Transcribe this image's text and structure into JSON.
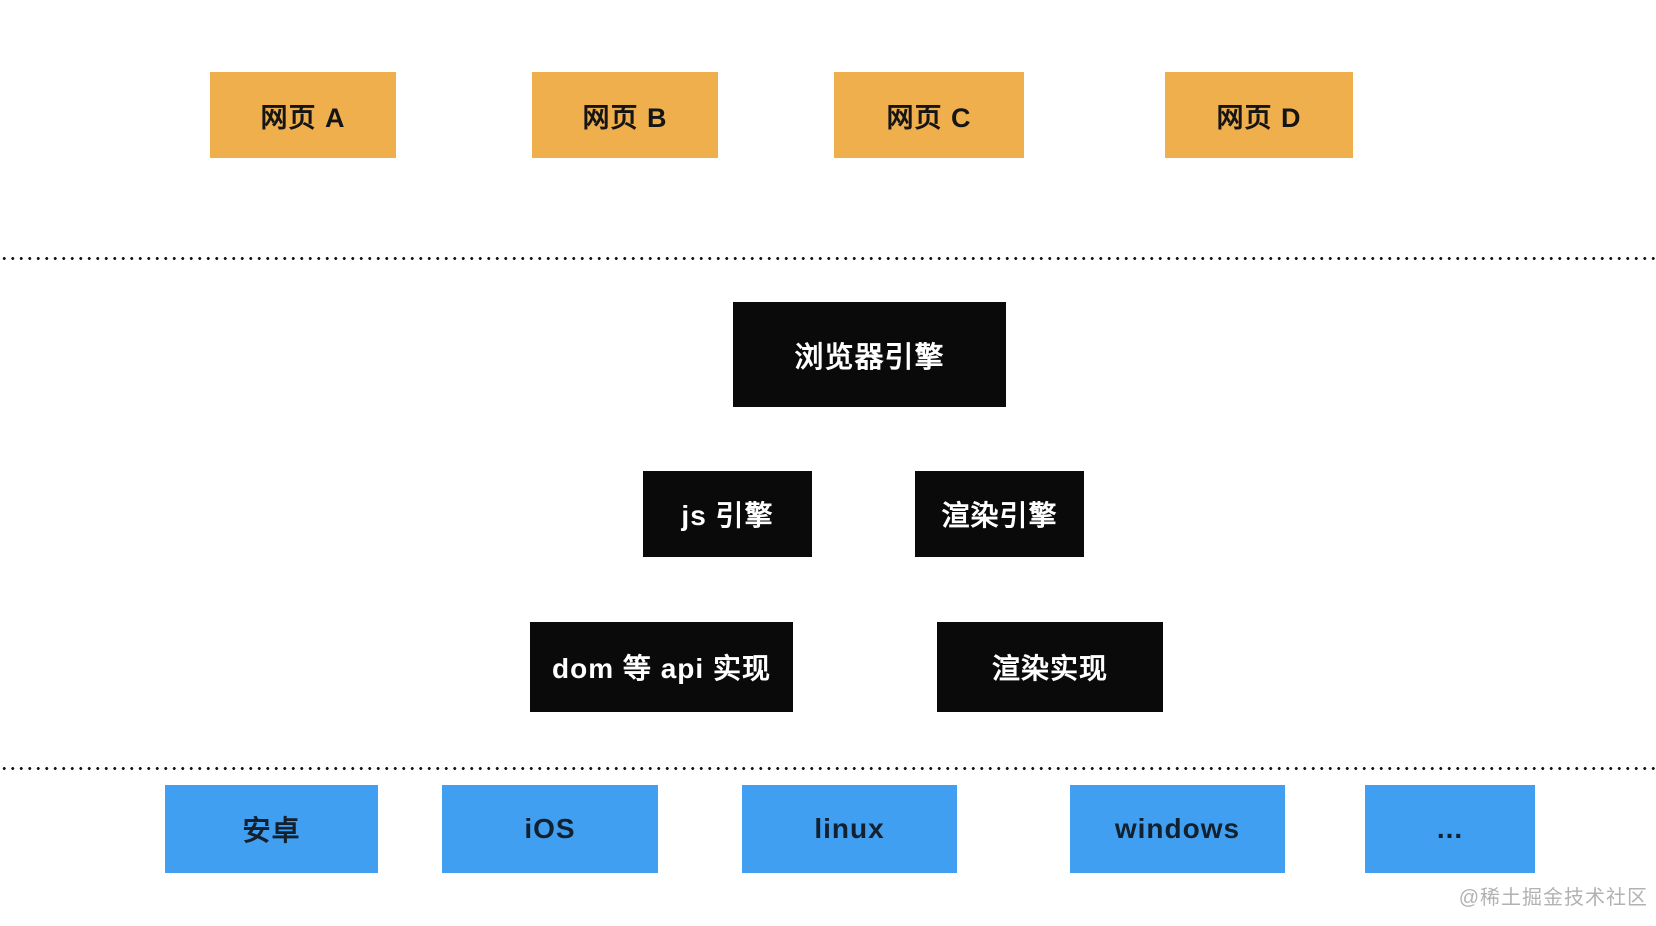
{
  "diagram": {
    "title_implicit": "浏览器架构分层示意图",
    "web_pages": {
      "items": [
        {
          "label": "网页 A"
        },
        {
          "label": "网页 B"
        },
        {
          "label": "网页 C"
        },
        {
          "label": "网页 D"
        }
      ]
    },
    "engine": {
      "browser_engine": "浏览器引擎",
      "js_engine": "js 引擎",
      "render_engine": "渲染引擎",
      "dom_api": "dom 等 api 实现",
      "render_impl": "渲染实现"
    },
    "platforms": {
      "items": [
        {
          "label": "安卓"
        },
        {
          "label": "iOS"
        },
        {
          "label": "linux"
        },
        {
          "label": "windows"
        },
        {
          "label": "..."
        }
      ]
    },
    "watermark": "@稀土掘金技术社区",
    "colors": {
      "background": "#ffffff",
      "web_page_fill": "#efaf4d",
      "web_page_text": "#151515",
      "engine_fill": "#0a0a0a",
      "engine_text": "#ffffff",
      "platform_fill": "#419ff1",
      "platform_text": "#13202e",
      "dotted_line": "#161616",
      "watermark_text": "#b2b2b5"
    }
  }
}
